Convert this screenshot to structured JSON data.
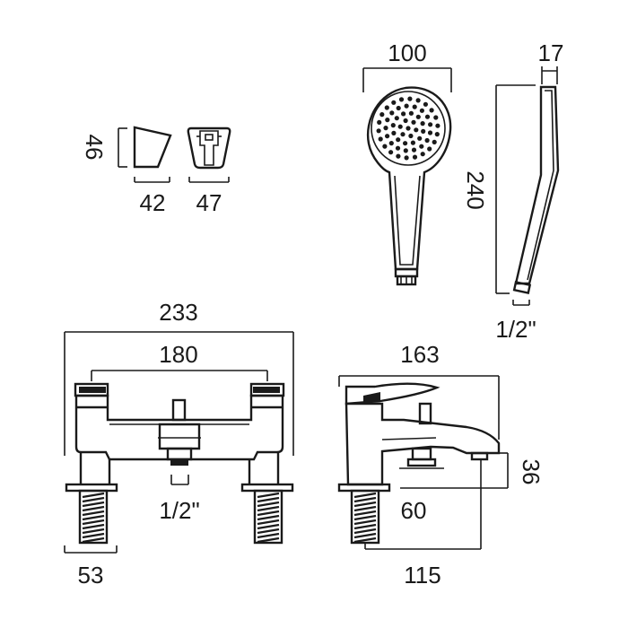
{
  "drawing": {
    "colors": {
      "line": "#1a1a1a",
      "background": "#ffffff"
    },
    "wall_bracket": {
      "height": "46",
      "side_width": "42",
      "front_width": "47"
    },
    "shower_handset": {
      "head_diameter": "100",
      "thickness": "17",
      "length": "240",
      "connection": "1/2\""
    },
    "bath_filler_front": {
      "overall_width": "233",
      "centres": "180",
      "outlet_connection": "1/2\"",
      "tail_width": "53"
    },
    "bath_filler_side": {
      "depth": "163",
      "spout_height": "36",
      "diverter_offset": "60",
      "spout_projection": "115"
    }
  }
}
